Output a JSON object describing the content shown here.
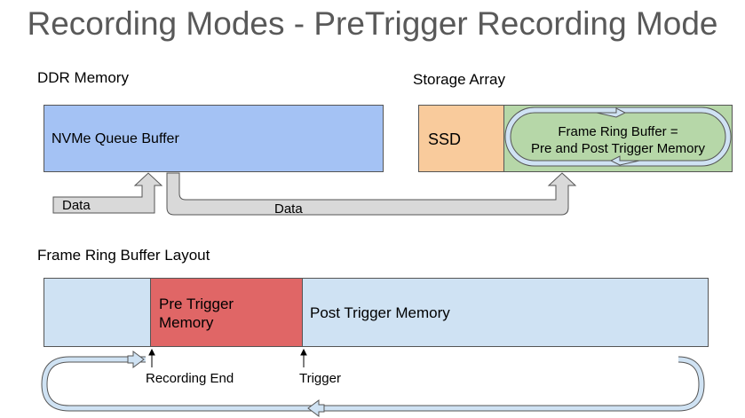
{
  "title": "Recording Modes - PreTrigger Recording Mode",
  "ddr": {
    "heading": "DDR Memory",
    "queue_buffer": "NVMe Queue Buffer"
  },
  "storage": {
    "heading": "Storage Array",
    "ssd": "SSD",
    "ring_line1": "Frame Ring Buffer =",
    "ring_line2": "Pre and Post Trigger Memory"
  },
  "flow": {
    "data_in": "Data",
    "data_out": "Data"
  },
  "layout": {
    "heading": "Frame Ring Buffer Layout",
    "pre_line1": "Pre Trigger",
    "pre_line2": "Memory",
    "post": "Post Trigger Memory",
    "recording_end": "Recording End",
    "trigger": "Trigger"
  },
  "colors": {
    "title": "#595959",
    "queue_buffer": "#a4c2f4",
    "ssd": "#f9cb9c",
    "ring_buffer": "#b6d7a8",
    "pre_trigger": "#e06666",
    "layout_bar": "#cfe2f3",
    "arrow": "#d9d9d9"
  }
}
